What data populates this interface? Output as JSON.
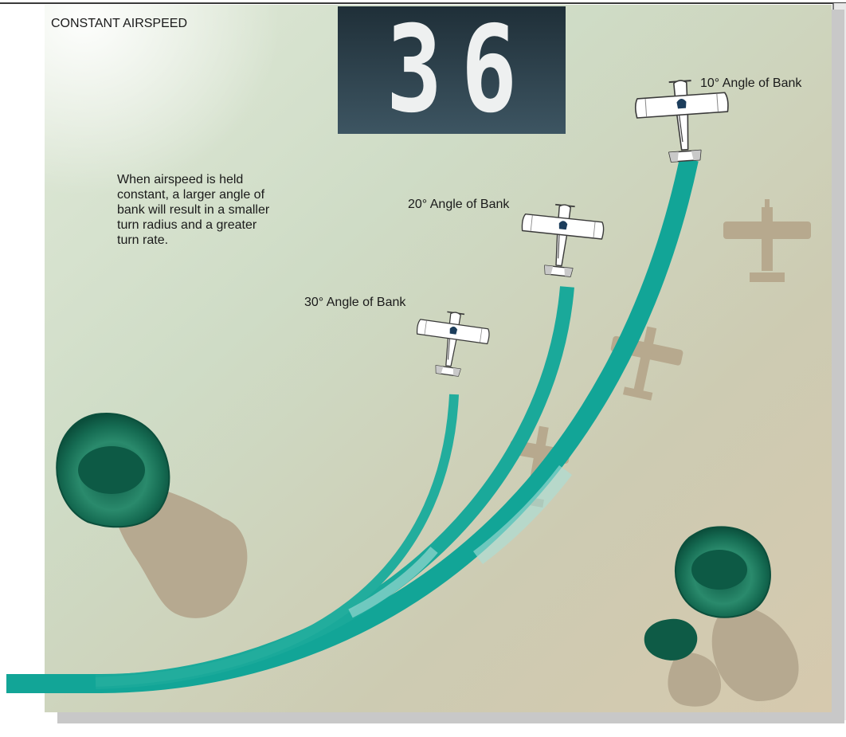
{
  "title": "CONSTANT AIRSPEED",
  "heading_display": "36",
  "description": "When airspeed is held constant, a larger angle of bank will result in a smaller turn radius and a greater turn rate.",
  "aircraft": [
    {
      "bank_label": "10° Angle of Bank"
    },
    {
      "bank_label": "20° Angle of Bank"
    },
    {
      "bank_label": "30° Angle of Bank"
    }
  ],
  "colors": {
    "track": "#12a597",
    "track_light": "#8fd3c8",
    "tree_dark": "#0e5b46",
    "tree_mid": "#1e7a5c",
    "shadow": "#b5a88e",
    "panel": "#2c3e48",
    "frame": "#333333"
  },
  "icons": [
    "airplane-icon",
    "tree-icon",
    "airplane-shadow-icon"
  ]
}
